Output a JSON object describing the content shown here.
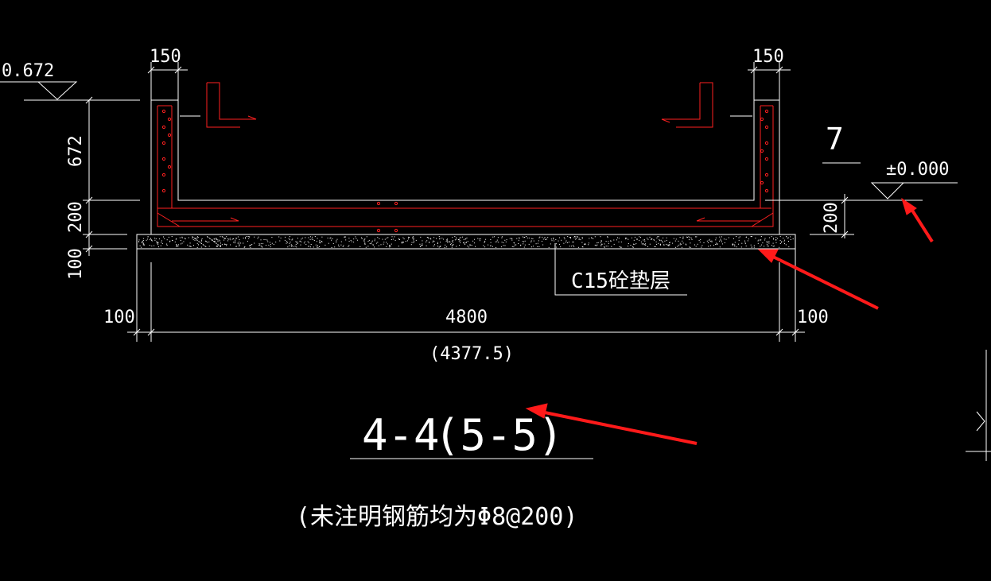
{
  "drawing": {
    "background": "#000000",
    "line_color": "#ffffff",
    "rebar_color": "#ff2020",
    "annotation_arrow_color": "#ff1a1a",
    "elevation_top": "0.672",
    "elevation_ground": "±0.000",
    "label_seven": "7",
    "dim_wall_left": "150",
    "dim_wall_right": "150",
    "dim_height": "672",
    "dim_slab_left": "200",
    "dim_slab_right": "200",
    "dim_cushion": "100",
    "dim_overhang_left": "100",
    "dim_overhang_right": "100",
    "dim_span": "4800",
    "dim_span_alt": "(4377.5)",
    "cushion_label": "C15砼垫层",
    "section_title": "4-4",
    "section_title_alt": "(5-5)",
    "note": "(未注明钢筋均为Φ8@200)"
  }
}
